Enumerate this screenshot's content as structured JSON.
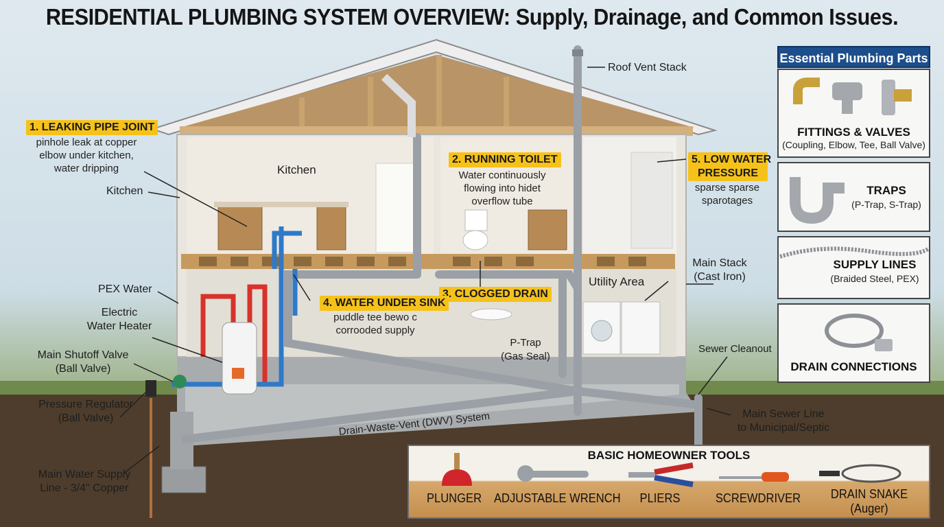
{
  "title": "RESIDENTIAL PLUMBING SYSTEM OVERVIEW: Supply, Drainage, and Common Issues.",
  "colors": {
    "supply_hot": "#d8322b",
    "supply_cold": "#2f79c9",
    "drain": "#9aa0a6",
    "tag": "#f6c21a",
    "panel_header": "#1c4e8c"
  },
  "labels": {
    "roof_vent_stack": "Roof Vent Stack",
    "kitchen_room": "Kitchen",
    "kitchen_pointer": "Kitchen",
    "pex_water": "PEX Water",
    "electric_water_heater_line1": "Electric",
    "electric_water_heater_line2": "Water Heater",
    "main_shutoff_line1": "Main Shutoff Valve",
    "main_shutoff_line2": "(Ball Valve)",
    "pressure_regulator_line1": "Pressure Regulator",
    "pressure_regulator_line2": "(Ball Valve)",
    "main_supply_line1": "Main Water Supply",
    "main_supply_line2": "Line - 3/4\" Copper",
    "main_stack_line1": "Main Stack",
    "main_stack_line2": "(Cast Iron)",
    "utility_area": "Utility Area",
    "p_trap_line1": "P-Trap",
    "p_trap_line2": "(Gas Seal)",
    "sewer_cleanout": "Sewer Cleanout",
    "main_sewer_line1": "Main Sewer Line",
    "main_sewer_line2": "to Municipal/Septic",
    "dwv_system": "Drain-Waste-Vent (DWV) System"
  },
  "issues": [
    {
      "tag": "1. LEAKING PIPE JOINT",
      "desc": [
        "pinhole leak at copper",
        "elbow under kitchen,",
        "water dripping"
      ]
    },
    {
      "tag": "2. RUNNING TOILET",
      "desc": [
        "Water continuously",
        "flowing into hidet",
        "overflow tube"
      ]
    },
    {
      "tag": "3. CLOGGED DRAIN",
      "desc": []
    },
    {
      "tag": "4. WATER UNDER SINK",
      "desc": [
        "puddle tee bewo c",
        "corrooded supply"
      ]
    },
    {
      "tag_line1": "5. LOW WATER",
      "tag_line2": "PRESSURE",
      "desc": [
        "sparse sparse",
        "sparotages"
      ]
    }
  ],
  "parts_panel": {
    "header": "Essential Plumbing Parts",
    "items": [
      {
        "title": "FITTINGS & VALVES",
        "subtitle": "(Coupling, Elbow, Tee, Ball Valve)"
      },
      {
        "title": "TRAPS",
        "subtitle": "(P-Trap, S-Trap)"
      },
      {
        "title": "SUPPLY LINES",
        "subtitle": "(Braided Steel, PEX)"
      },
      {
        "title": "DRAIN CONNECTIONS",
        "subtitle": ""
      }
    ]
  },
  "tools_panel": {
    "header": "BASIC HOMEOWNER TOOLS",
    "items": [
      {
        "label": "PLUNGER",
        "icon": "plunger-icon"
      },
      {
        "label": "ADJUSTABLE WRENCH",
        "icon": "wrench-icon"
      },
      {
        "label": "PLIERS",
        "icon": "pliers-icon"
      },
      {
        "label": "SCREWDRIVER",
        "icon": "screwdriver-icon"
      },
      {
        "label": "DRAIN SNAKE",
        "label2": "(Auger)",
        "icon": "drain-snake-icon"
      }
    ]
  }
}
